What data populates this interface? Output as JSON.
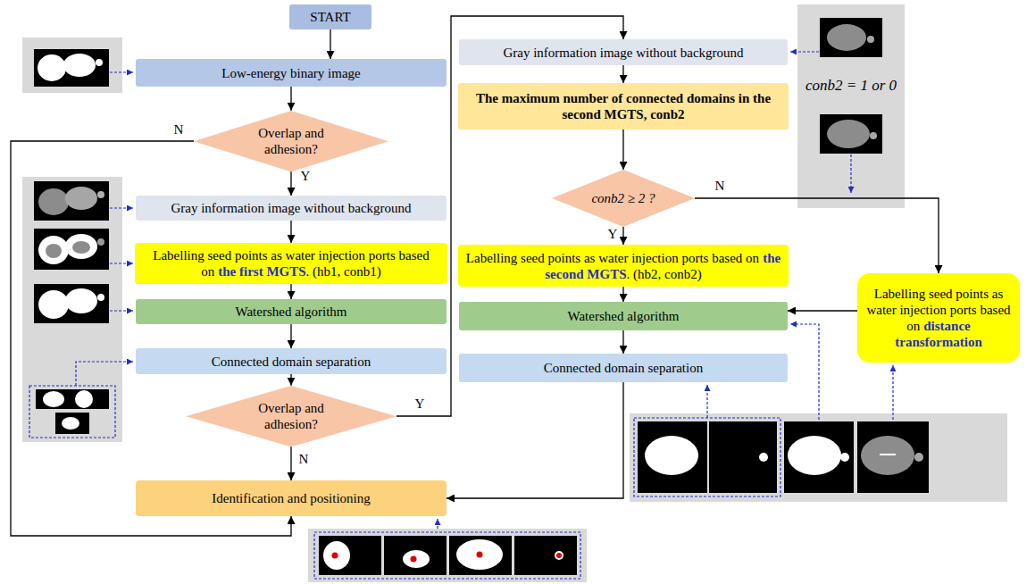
{
  "diagram": {
    "nodes": [
      {
        "text": [
          "START"
        ]
      },
      {
        "text": [
          "Low-energy binary image"
        ]
      },
      {
        "text": [
          "Overlap and adhesion?"
        ]
      },
      {
        "text": [
          "Gray information image without background"
        ]
      },
      {
        "text": [
          "Labelling seed points as water injection ports based on",
          "the first MGTS",
          ". (hb1, conb1)"
        ]
      },
      {
        "text": [
          "Watershed algorithm"
        ]
      },
      {
        "text": [
          "Connected domain separation"
        ]
      },
      {
        "text": [
          "Overlap and adhesion?"
        ]
      },
      {
        "text": [
          "Identification and positioning"
        ]
      },
      {
        "text": [
          "Gray information image without background"
        ]
      },
      {
        "text": [
          "The maximum number of connected domains in the second MGTS, conb2"
        ]
      },
      {
        "text": [
          "conb2 ≥ 2 ?"
        ]
      },
      {
        "text": [
          "Labelling seed points as water injection ports based on",
          "the second MGTS",
          ". (hb2, conb2)"
        ]
      },
      {
        "text": [
          "Watershed algorithm"
        ]
      },
      {
        "text": [
          "Connected domain separation"
        ]
      },
      {
        "text": [
          "Labelling seed points as water injection ports based on",
          "distance transformation"
        ]
      }
    ],
    "edges": [
      {
        "from": 0,
        "to": 1,
        "arrow": "to"
      },
      {
        "from": 1,
        "to": 2,
        "arrow": "to"
      },
      {
        "from": 2,
        "to": 3,
        "label": "Y",
        "arrow": "to"
      },
      {
        "from": 2,
        "to": 8,
        "label": "N",
        "arrow": "to"
      },
      {
        "from": 3,
        "to": 4,
        "arrow": "to"
      },
      {
        "from": 4,
        "to": 5,
        "arrow": "to"
      },
      {
        "from": 5,
        "to": 6,
        "arrow": "to"
      },
      {
        "from": 6,
        "to": 7,
        "arrow": "to"
      },
      {
        "from": 7,
        "to": 9,
        "label": "Y",
        "arrow": "to"
      },
      {
        "from": 7,
        "to": 8,
        "label": "N",
        "arrow": "to"
      },
      {
        "from": 9,
        "to": 10,
        "arrow": "to"
      },
      {
        "from": 10,
        "to": 11,
        "arrow": "to"
      },
      {
        "from": 11,
        "to": 12,
        "label": "Y",
        "arrow": "to"
      },
      {
        "from": 11,
        "to": 15,
        "label": "N",
        "arrow": "to"
      },
      {
        "from": 12,
        "to": 13,
        "arrow": "to"
      },
      {
        "from": 15,
        "to": 13,
        "arrow": "to"
      },
      {
        "from": 13,
        "to": 14,
        "arrow": "to"
      },
      {
        "from": 14,
        "to": 8,
        "arrow": "to"
      }
    ],
    "labels": [
      "conb2 = 1 or 0"
    ]
  }
}
